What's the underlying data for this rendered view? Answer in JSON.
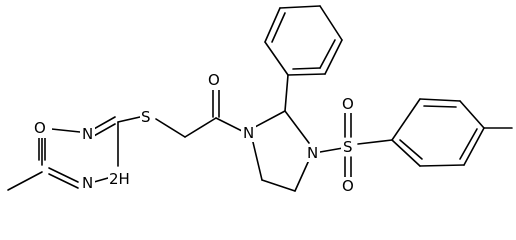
{
  "molecule": {
    "atoms": {
      "carbonyl_o": "O",
      "triazine_n4": "N",
      "triazine_n1": "N",
      "triazine_nh": "2H",
      "thioether_s": "S",
      "amide_o": "O",
      "imid_n1": "N",
      "imid_n3": "N",
      "sulfonyl_s": "S",
      "sulfonyl_o_top": "O",
      "sulfonyl_o_bottom": "O"
    }
  }
}
